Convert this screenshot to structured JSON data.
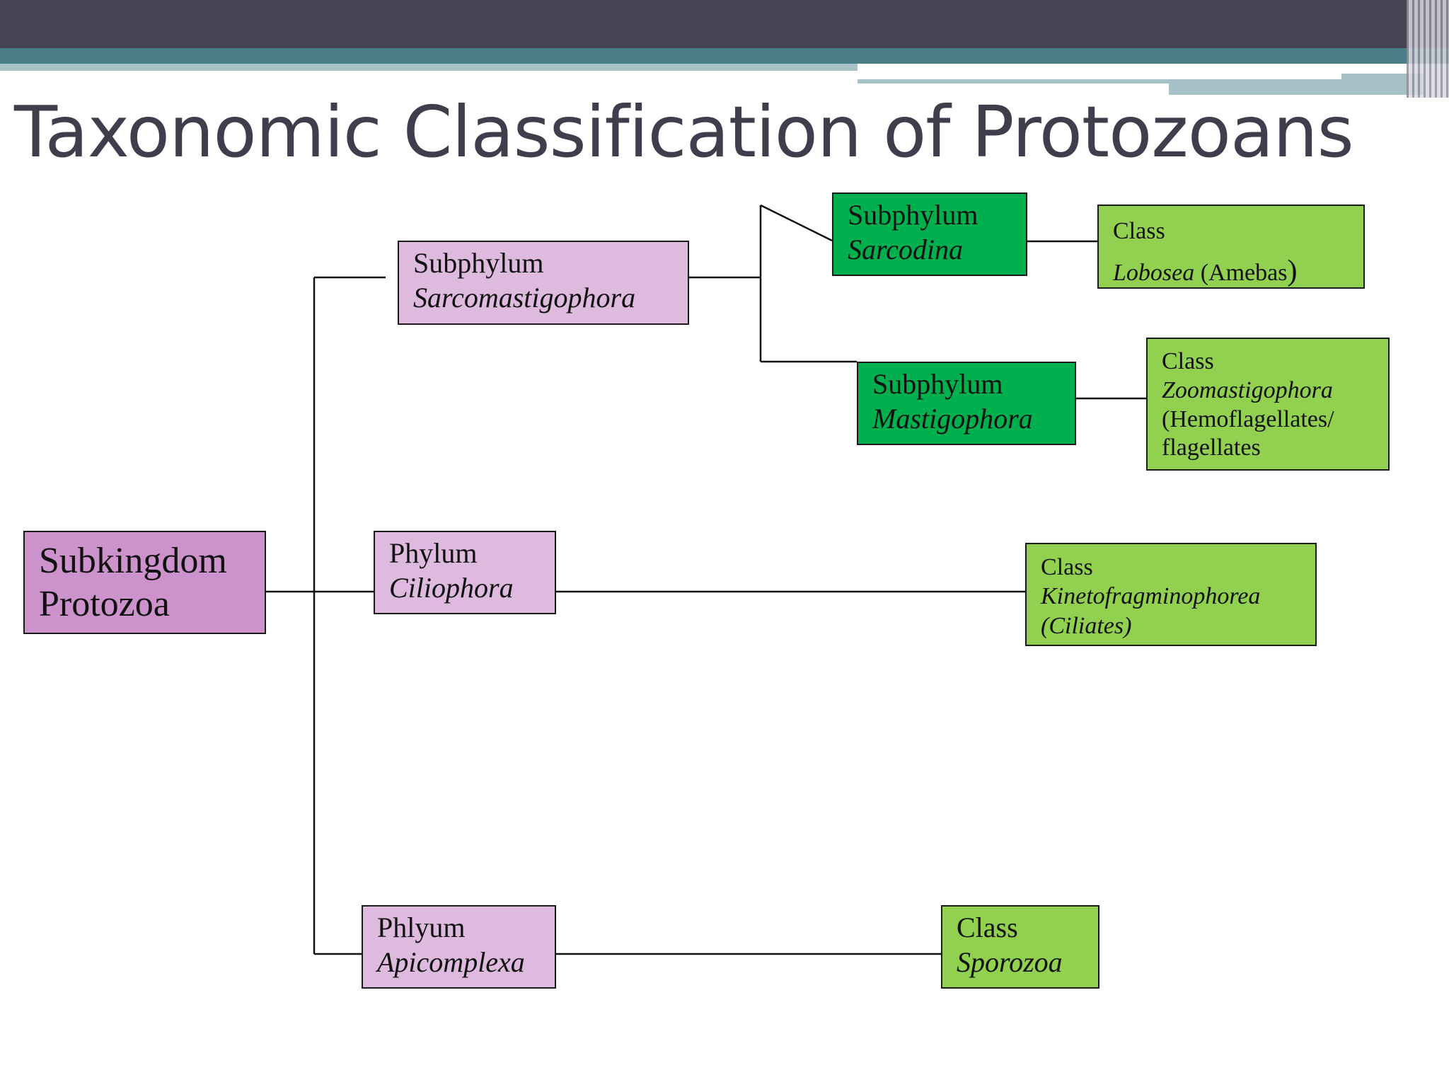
{
  "slide": {
    "title": "Taxonomic Classification of Protozoans"
  },
  "colors": {
    "banner_dark": "#454354",
    "banner_teal": "#4a7f86",
    "banner_light": "#a7c2c7",
    "title_text": "#3f3e4c",
    "subkingdom_fill": "#cc92cc",
    "phylum_fill": "#debade",
    "subphylum_child_fill": "#00b04f",
    "class_fill": "#92d050"
  },
  "nodes": {
    "subkingdom": {
      "line1": "Subkingdom",
      "line2": "Protozoa"
    },
    "sarcomastigophora": {
      "line1": "Subphylum",
      "line2": "Sarcomastigophora"
    },
    "ciliophora": {
      "line1": "Phylum",
      "line2": "Ciliophora"
    },
    "apicomplexa": {
      "line1": "Phlyum",
      "line2": "Apicomplexa"
    },
    "sarcodina": {
      "line1": "Subphylum",
      "line2": "Sarcodina"
    },
    "mastigophora": {
      "line1": "Subphylum",
      "line2": "Mastigophora"
    },
    "lobosea": {
      "line1": "Class",
      "name": "Lobosea",
      "common": " (Amebas",
      "close": ")"
    },
    "zoomastigophora": {
      "line1": "Class",
      "line2": "Zoomastigophora",
      "line3": "(Hemoflagellates/",
      "line4": "flagellates"
    },
    "kinetofragminophorea": {
      "line1": "Class",
      "line2": "Kinetofragminophorea",
      "line3": "(Ciliates)"
    },
    "sporozoa": {
      "line1": "Class",
      "line2": "Sporozoa"
    }
  }
}
